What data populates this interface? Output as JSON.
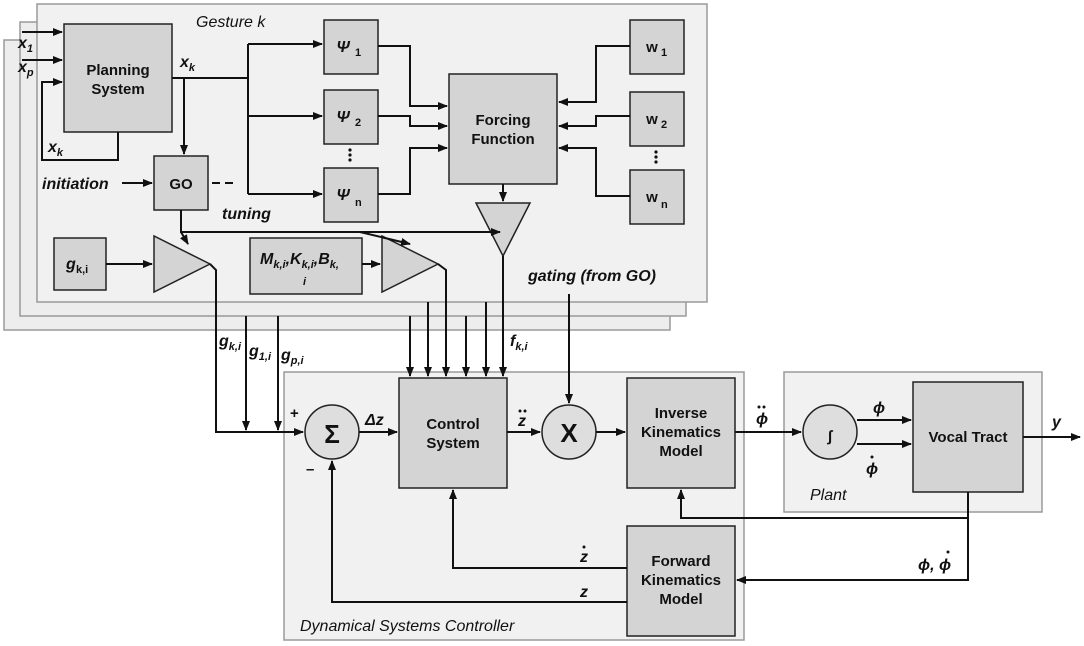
{
  "gesture_panel": {
    "caption": "Gesture k"
  },
  "controller_panel": {
    "caption": "Dynamical Systems Controller"
  },
  "plant_panel": {
    "caption": "Plant"
  },
  "blocks": {
    "planning": [
      "Planning",
      "System"
    ],
    "go": "GO",
    "psi1": {
      "sym": "Ψ",
      "sub": "1"
    },
    "psi2": {
      "sym": "Ψ",
      "sub": "2"
    },
    "psin": {
      "sym": "Ψ",
      "sub": "n"
    },
    "forcing": [
      "Forcing",
      "Function"
    ],
    "w1": {
      "sym": "w",
      "sub": "1"
    },
    "w2": {
      "sym": "w",
      "sub": "2"
    },
    "wn": {
      "sym": "w",
      "sub": "n"
    },
    "gki": {
      "sym": "g",
      "sub": "k,i"
    },
    "mkb": {
      "line1": "M",
      "s1": "k,i",
      "m2": ",K",
      "s2": "k,i",
      "m3": ",B",
      "s3": "k,",
      "line2": "i"
    },
    "control": [
      "Control",
      "System"
    ],
    "inverse": [
      "Inverse",
      "Kinematics",
      "Model"
    ],
    "forward": [
      "Forward",
      "Kinematics",
      "Model"
    ],
    "vocal": "Vocal Tract"
  },
  "signals": {
    "x1": {
      "sym": "x",
      "sub": "1"
    },
    "xp": {
      "sym": "x",
      "sub": "p"
    },
    "xk_out": {
      "sym": "x",
      "sub": "k"
    },
    "xk_fb": {
      "sym": "x",
      "sub": "k"
    },
    "initiation": "initiation",
    "tuning": "tuning",
    "gating": "gating (from GO)",
    "gki_in": {
      "sym": "g",
      "sub": "k,i"
    },
    "g1i_in": {
      "sym": "g",
      "sub": "1,i"
    },
    "gpi_in": {
      "sym": "g",
      "sub": "p,i"
    },
    "fki": {
      "sym": "f",
      "sub": "k,i"
    },
    "plus": "+",
    "minus": "–",
    "sum": "Σ",
    "delta_z": "Δz",
    "zddot": "z",
    "mult": "X",
    "phiddot": "ϕ",
    "integral": "∫",
    "phi": "ϕ",
    "phidot": "ϕ",
    "y": "y",
    "phi_phidot": "ϕ, ϕ",
    "zdot": "z",
    "z": "z"
  }
}
